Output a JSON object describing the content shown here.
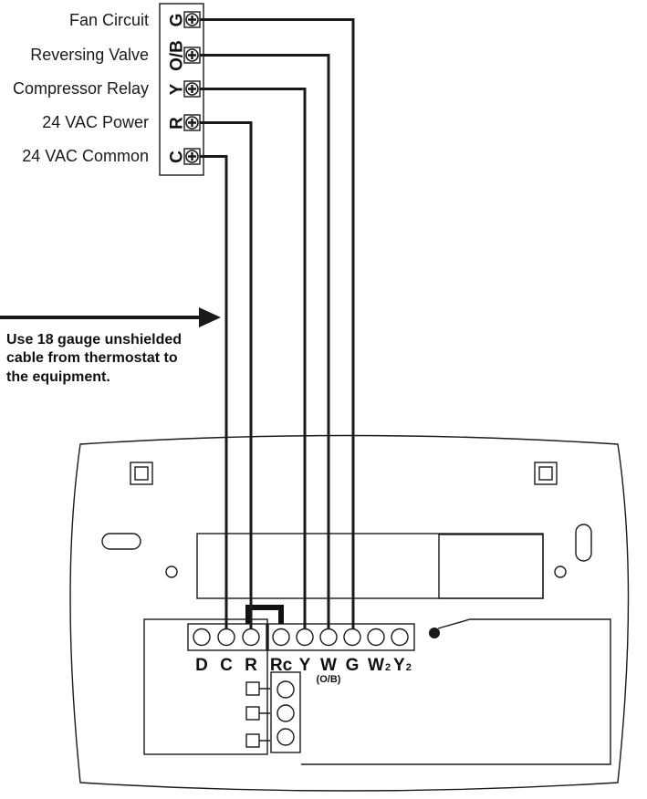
{
  "equipment_terminals": [
    {
      "function_label": "Fan Circuit",
      "letter": "G"
    },
    {
      "function_label": "Reversing Valve",
      "letter": "O/B"
    },
    {
      "function_label": "Compressor Relay",
      "letter": "Y"
    },
    {
      "function_label": "24 VAC Power",
      "letter": "R"
    },
    {
      "function_label": "24 VAC Common",
      "letter": "C"
    }
  ],
  "note": {
    "lines": [
      "Use 18 gauge unshielded",
      "cable from thermostat to",
      "the equipment."
    ]
  },
  "thermostat_terminals": {
    "left_group": [
      "D",
      "C",
      "R"
    ],
    "right_group": [
      {
        "main": "Rc",
        "sub": ""
      },
      {
        "main": "Y",
        "sub": ""
      },
      {
        "main": "W",
        "sub": ""
      },
      {
        "main": "G",
        "sub": ""
      },
      {
        "main": "W",
        "sub": "2"
      },
      {
        "main": "Y",
        "sub": "2"
      }
    ],
    "w_note": "(O/B)"
  },
  "colors": {
    "line": "#1a1a1a",
    "background": "#ffffff"
  }
}
